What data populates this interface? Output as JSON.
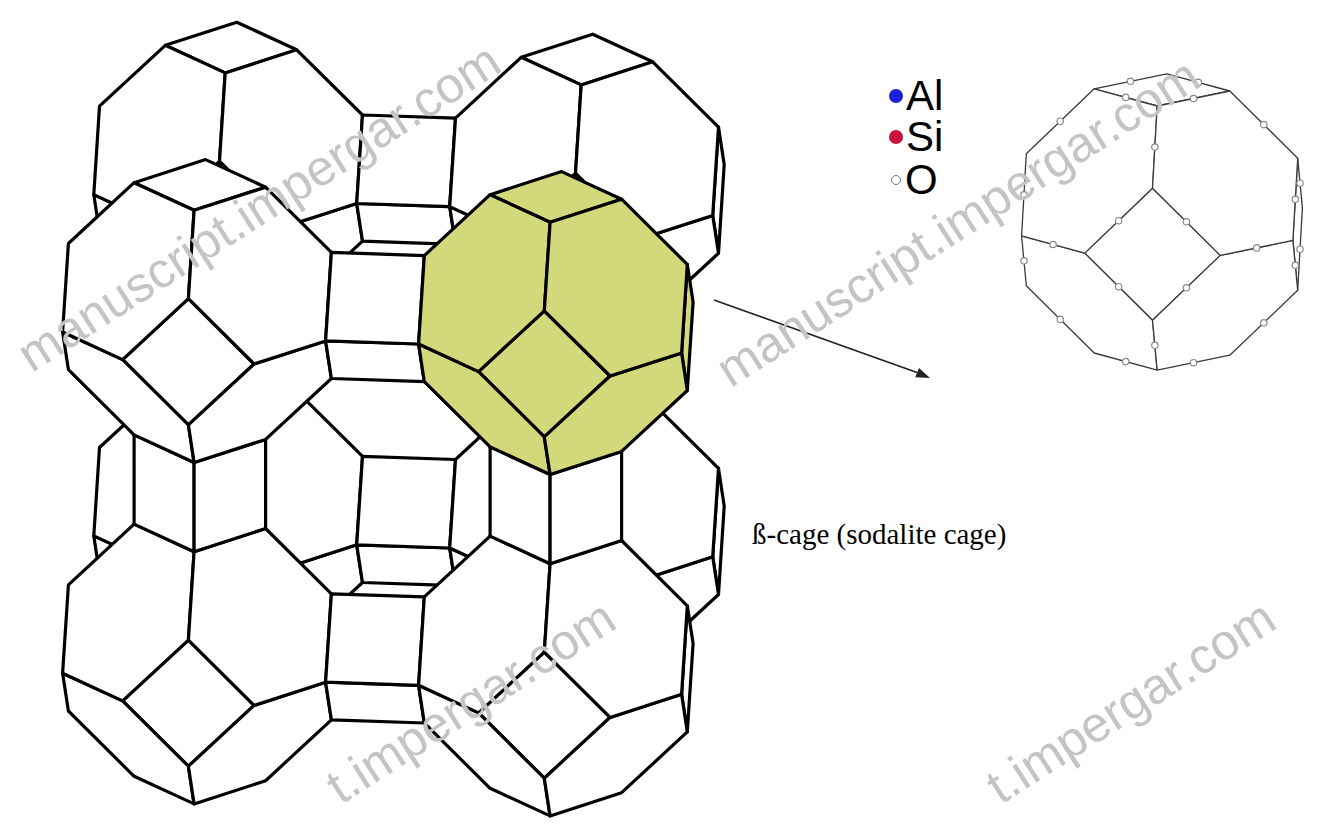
{
  "diagram": {
    "labels": [
      "ß-cage (sodalite cage)",
      "manuscript.impergar.com",
      "manuscript.impergar.com",
      "t.impergar.com",
      "t.impergar.com"
    ],
    "legend": [
      {
        "text": "Al",
        "color": "#1f1fd6"
      },
      {
        "text": "Si",
        "color": "#c8143c"
      },
      {
        "text": "O"
      }
    ]
  }
}
